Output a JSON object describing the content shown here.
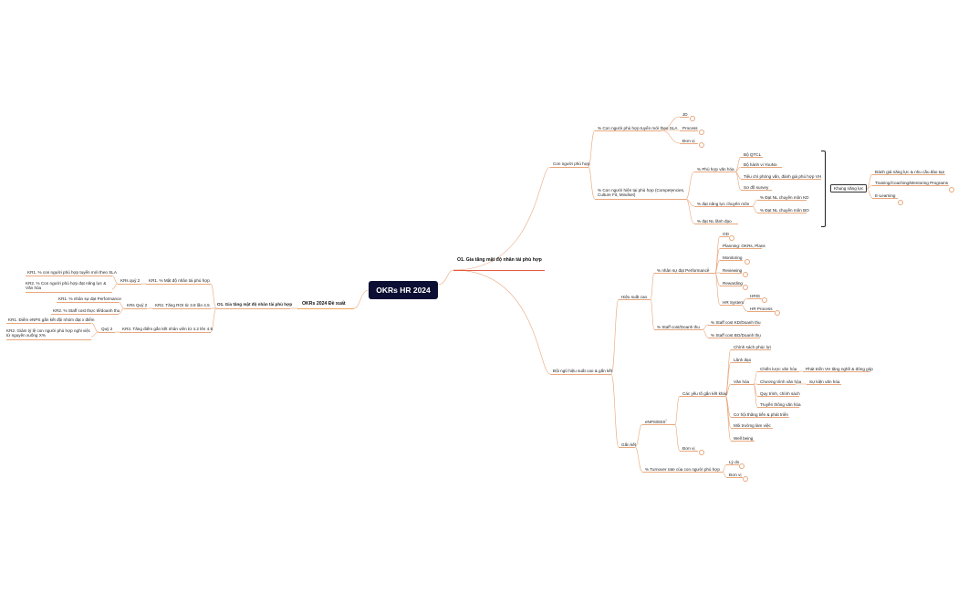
{
  "root": {
    "label": "OKRs HR 2024"
  },
  "right": {
    "objective": "O1. Gia tăng mật độ nhân tài phù hợp",
    "con_nguoi": "Con người phù hợp",
    "tuyen_moi": "% Con người phù hợp tuyển mới theo SLA",
    "jd": "JD",
    "process": "Process",
    "don_vi_a": "Đơn vị",
    "hien_tai": "% Con người hiện tại phù hợp (Competencies, Culture Fit, Mindset)",
    "phu_hop_van_hoa": "% Phù hợp văn hóa",
    "bo_qtcl": "Bộ QTCL",
    "bo_hanh_vi": "Bộ hành vi YouNo",
    "tieu_chi": "Tiêu chí phỏng vấn, đánh giá phù hợp VH",
    "so_do_survey": "Sơ đồ survey",
    "dat_nang_luc": "% đạt năng lực chuyên môn",
    "dat_nl_kd": "% Đạt NL chuyên môn KD",
    "dat_nl_bo": "% Đạt NL chuyên môn BO",
    "dat_nl_lanh_dao": "% đạt NL lãnh đạo",
    "khung_nang_luc": "Khung năng lực",
    "danh_gia": "Đánh giá năng lực & nhu cầu đào tạo",
    "training": "Training/Coaching/Mentoring Programs",
    "elearning": "E-Learning",
    "doi_ngu": "Đội ngũ hiệu suất cao & gắn kết",
    "hieu_suat_cao": "Hiệu suất cao",
    "nhan_su_dat": "% nhân sự đạt Performance",
    "od": "OD",
    "planning": "Planning: OKRs, Plans",
    "monitoring": "Monitoring",
    "reviewing": "Reviewing",
    "rewarding": "Rewarding",
    "hr_system": "HR System",
    "hris": "HRIS",
    "hr_process": "HR Process",
    "staff_cost": "% Staff cost/Doanh thu",
    "staff_cost_kd": "% Staff cost KD/Doanh thu",
    "staff_cost_bo": "% Staff cost BO/Doanh thu",
    "gan_ket": "Gắn kết",
    "enps": "eNPS/EES",
    "cac_yeu_to": "Các yếu tố gắn kết khác",
    "chinh_sach_phuc_loi": "Chính sách phúc lợi",
    "lanh_dao": "Lãnh đạo",
    "van_hoa": "Văn hóa",
    "chien_luoc_vh": "Chiến lược văn hóa",
    "phat_trien_vh": "Phát triển VH tăng nghề & đóng góp",
    "chuong_trinh_vh": "Chương trình văn hóa",
    "su_kien_vh": "Sự kiện văn hóa",
    "quy_trinh": "Quy trình, chính sách",
    "truyen_thong": "Truyền thông văn hóa",
    "co_hoi": "Cơ hội thăng tiến & phát triển",
    "moi_truong": "Môi trường làm việc",
    "well_being": "Well being",
    "don_vi_b": "Đơn vị",
    "turnover": "% Turnover rate của con người phù hợp",
    "ly_do": "Lý do",
    "don_vi_c": "Đơn vị",
    "note_marker": "≡"
  },
  "left": {
    "branch": "OKRs 2024 Đề xuất",
    "objective": "O1. Gia tăng mật độ nhân tài phù hợp",
    "kr1": "KR1. % Mật độ nhân tài phù hợp",
    "krs_quy2_a": "KRs quý 2",
    "kr1_1": "KR1. % con người phù hợp tuyển mới theo SLA",
    "kr1_2": "KR2. % Con người phù hợp đạt năng lực & Văn hóa",
    "kr2": "KR2. Tăng ROI từ 3.8 lần 4.5",
    "krs_quy2_b": "KRs Quý 2",
    "kr2_1": "KR1. % nhân sự đạt Performance",
    "kr2_2": "KR2. % Staff cost thực tế/doanh thu",
    "kr3": "KR3. Tăng điểm gắn kết nhân viên từ 4.2 lên 4.5",
    "quy2": "Quý 2",
    "kr3_1": "KR1. Điểm eNPS gắn kết đội nhóm đạt x điểm",
    "kr3_2": "KR2. Giảm tỷ lệ con người phù hợp nghỉ việc từ nguyên xuống X%"
  }
}
